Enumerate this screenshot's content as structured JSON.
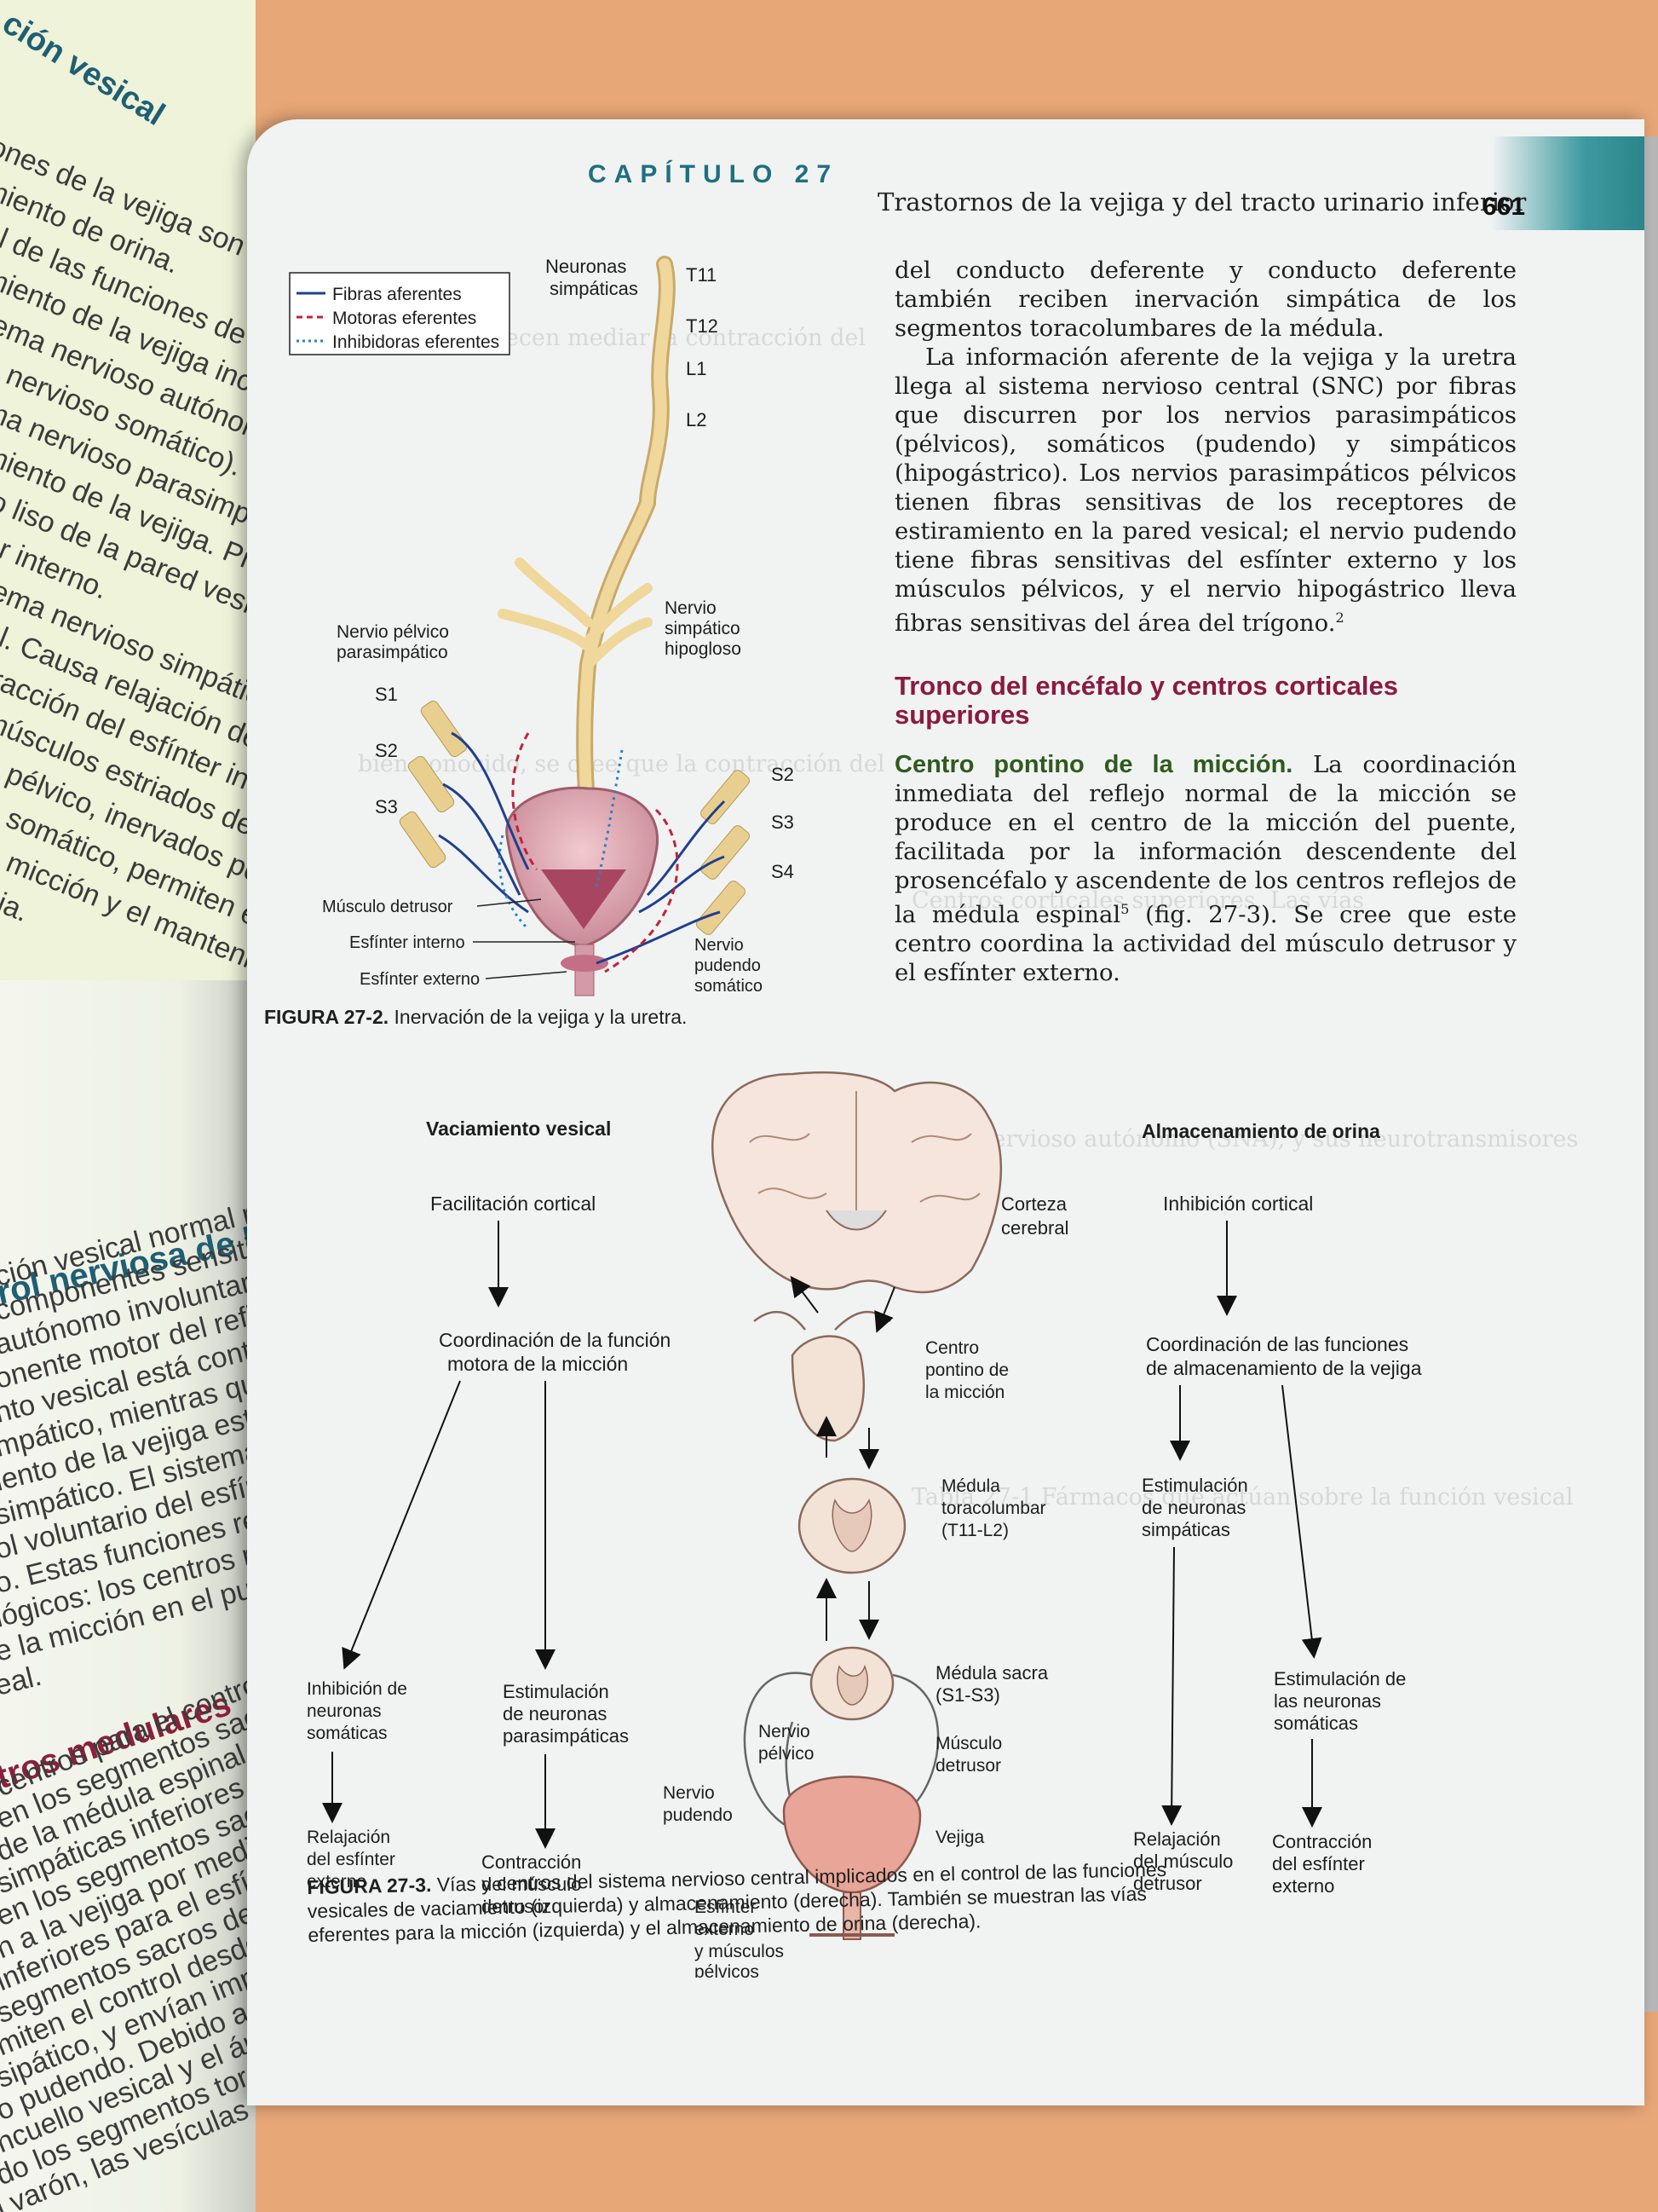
{
  "left_page": {
    "section_head": "ción vesical",
    "lines": [
      "iones de la vejiga son el almacenamiento",
      "miento de orina.",
      "ol de las funciones de almacenamiento y",
      "miento de la vejiga incluye control involuntario",
      "tema nervioso autónomo) y voluntario",
      "a nervioso somático).",
      "ma nervioso parasimpático favorece el",
      "miento de la vejiga. Produce contracción del",
      "lo liso de la pared vesical y relajación del",
      "er interno.",
      "tema nervioso simpático favorece el llenado",
      "al. Causa relajación del músculo liso vesical",
      "tracción del esfínter interno.",
      "músculos estriados del esfínter externo y",
      "o pélvico, inervados por el sistema ner-",
      "o somático, permiten el control voluntario",
      "a micción y el mantenimiento de la conti-",
      "cia."
    ],
    "heading_control": "rol nerviosa de la función vesical",
    "heading_medulares": "tros medulares",
    "body": [
      "ción vesical normal requiere la interacción",
      "componentes sensitivos y motores de los sistemas",
      "autónomo involuntario y somático volun-",
      "onente motor del reflejo neural que produce",
      "nto vesical está controlado por el sistema",
      "mpático, mientras que la relajación y el",
      "iento de la vejiga están controlados por el",
      "simpático. El sistema nervioso somático",
      "ol voluntario del esfínter externo y muscula-",
      "o. Estas funciones reflejas de la médula",
      "lógicos: los centros reflejos de la médula,",
      "e la micción en el puente, y los centros",
      "eal."
    ],
    "body2": [
      "centros para el control reflejo de la función",
      "en los segmentos sacro (S1 a S4) y",
      "de la médula espinal (fig. 27-2). La",
      "simpáticas inferiores para el músculo",
      "en los segmentos sacros de la médula",
      "n a la vejiga por medio del nervio pélvico.",
      "inferiores para el esfínter externo",
      "segmentos sacros de la médula y",
      "miten el control desde la corteza",
      "sipático, y envían impulsos al músculo",
      "o pudendo. Debido a sus orígenes",
      "ncuello vesical y el área del trígono",
      "do los segmentos toracolumbares",
      "l varón, las vesículas seminales"
    ]
  },
  "header": {
    "chapter": "CAPÍTULO 27",
    "title": "Trastornos de la vejiga y del tracto urinario inferior",
    "page": "661"
  },
  "right_col": {
    "p1": "del conducto deferente y conducto deferente también reciben inervación simpática de los segmentos toracolumbares de la médula.",
    "p2": "La información aferente de la vejiga y la uretra llega al sistema nervioso central (SNC) por fibras que discurren por los nervios parasimpáticos (pélvicos), somáticos (pudendo) y simpáticos (hipogástrico). Los nervios parasimpáticos pélvicos tienen fibras sensitivas de los receptores de estiramiento en la pared vesical; el nervio pudendo tiene fibras sensitivas del esfínter externo y los músculos pélvicos, y el nervio hipogástrico lleva fibras sensitivas del área del trígono.",
    "p2_sup": "2",
    "heading": "Tronco del encéfalo y centros corticales superiores",
    "runin": "Centro pontino de la micción.",
    "p3a": " La coordinación inmediata del reflejo normal de la micción se produce en el centro de la micción del puente, facilitada por la información descendente del prosencéfalo y ascendente de los centros reflejos de la médula espinal",
    "p3_sup": "5",
    "p3b": " (fig. 27-3). Se cree que este centro coordina la actividad del músculo detrusor y el esfínter externo."
  },
  "fig2": {
    "legend": [
      "Fibras aferentes",
      "Motoras eferentes",
      "Inhibidoras eferentes"
    ],
    "legend_colors": [
      "#1f3f8f",
      "#c0233a",
      "#2f7fc4"
    ],
    "labels": {
      "neuronas": "Neuronas",
      "simpaticas": "simpáticas",
      "t11": "T11",
      "t12": "T12",
      "l1": "L1",
      "l2": "L2",
      "pelvico1": "Nervio pélvico",
      "pelvico2": "parasimpático",
      "hipo1": "Nervio",
      "hipo2": "simpático",
      "hipo3": "hipogloso",
      "s1": "S1",
      "s2": "S2",
      "s3": "S3",
      "rs2": "S2",
      "rs3": "S3",
      "rs4": "S4",
      "detrusor": "Músculo detrusor",
      "interno": "Esfínter interno",
      "externo": "Esfínter externo",
      "pud1": "Nervio",
      "pud2": "pudendo",
      "pud3": "somático"
    },
    "caption_label": "FIGURA 27-2.",
    "caption": "Inervación de la vejiga y la uretra."
  },
  "fig3": {
    "left_title": "Vaciamiento vesical",
    "right_title": "Almacenamiento de orina",
    "left": {
      "n1": "Facilitación cortical",
      "n2a": "Coordinación de la función",
      "n2b": "motora de la micción",
      "n3a": "Inhibición de",
      "n3b": "neuronas",
      "n3c": "somáticas",
      "n4a": "Estimulación",
      "n4b": "de neuronas",
      "n4c": "parasimpáticas",
      "n5a": "Relajación",
      "n5b": "del esfínter",
      "n5c": "externo",
      "n6a": "Contracción",
      "n6b": "del músculo",
      "n6c": "detrusor"
    },
    "center": {
      "corteza1": "Corteza",
      "corteza2": "cerebral",
      "pontino1": "Centro",
      "pontino2": "pontino de",
      "pontino3": "la micción",
      "tl1": "Médula",
      "tl2": "toracolumbar",
      "tl3": "(T11-L2)",
      "sacra1": "Médula sacra",
      "sacra2": "(S1-S3)",
      "musc1": "Músculo",
      "musc2": "detrusor",
      "vejiga": "Vejiga",
      "pel1": "Nervio",
      "pel2": "pélvico",
      "pud1": "Nervio",
      "pud2": "pudendo",
      "esf1": "Esfínter",
      "esf2": "externo",
      "esf3": "y músculos",
      "esf4": "pélvicos"
    },
    "right": {
      "r1": "Inhibición cortical",
      "r2a": "Coordinación de las funciones",
      "r2b": "de almacenamiento de la vejiga",
      "r3a": "Estimulación",
      "r3b": "de neuronas",
      "r3c": "simpáticas",
      "r4a": "Estimulación de",
      "r4b": "las neuronas",
      "r4c": "somáticas",
      "r5a": "Relajación",
      "r5b": "del músculo",
      "r5c": "detrusor",
      "r6a": "Contracción",
      "r6b": "del esfínter",
      "r6c": "externo"
    },
    "caption_label": "FIGURA 27-3.",
    "caption1": " Vías y centros del sistema nervioso central implicados en el control de las funciones",
    "caption2": "vesicales de vaciamiento (izquierda) y almacenamiento (derecha). También se muestran las vías",
    "caption3": "eferentes para la micción (izquierda) y el almacenamiento de orina (derecha)."
  }
}
